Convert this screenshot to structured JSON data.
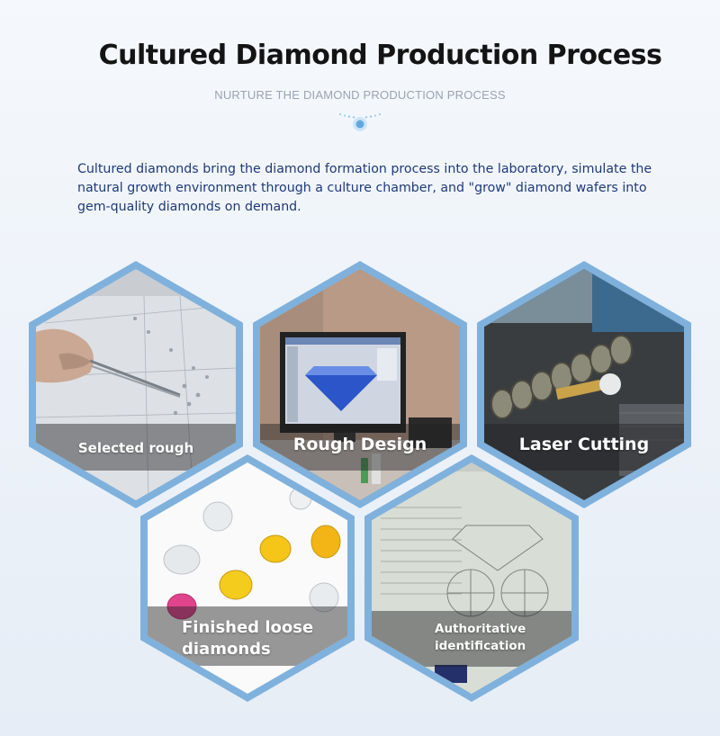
{
  "header": {
    "title": "Cultured Diamond Production Process",
    "subtitle": "NURTURE THE DIAMOND PRODUCTION PROCESS"
  },
  "intro": {
    "text": "Cultured diamonds bring the diamond formation process into the laboratory, simulate the natural growth environment through a culture chamber, and \"grow\" diamond wafers into gem-quality diamonds on demand."
  },
  "steps": [
    {
      "label": "Selected rough",
      "photo": "tweezers-picking-rough-diamonds-photo"
    },
    {
      "label": "Rough Design",
      "photo": "computer-monitor-diamond-design-photo"
    },
    {
      "label": "Laser Cutting",
      "photo": "laser-cutting-machine-photo"
    },
    {
      "label": "Finished loose diamonds",
      "photo": "colored-loose-diamonds-photo"
    },
    {
      "label": "Authoritative identification",
      "photo": "certificate-report-photo"
    }
  ],
  "colors": {
    "title": "#141414",
    "subtitle": "#9aa3b0",
    "intro": "#1f3a78",
    "hex_border": "#7fb1dc",
    "ornament": "#5fa9e0"
  }
}
